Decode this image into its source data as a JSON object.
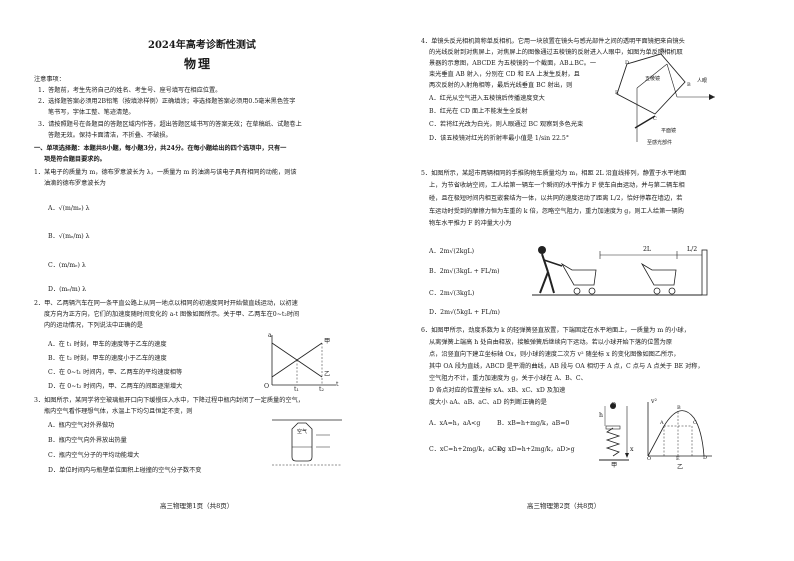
{
  "left": {
    "exam_title": "2024年高考诊断性测试",
    "subject": "物理",
    "notes_heading": "注意事项：",
    "notes": [
      "1．答题前，考生先将自己的姓名、考生号、座号填写在相应位置。",
      "2．选择题答案必须用2B铅笔（按填涂样例）正确填涂；非选择题答案必须用0.5毫米黑色签字",
      "笔书写，字体工整、笔迹清楚。",
      "3．请按照题号在各题目的答题区域内作答，超出答题区域书写的答案无效；在草稿纸、试题卷上",
      "答题无效。保持卡面清洁，不折叠、不破损。"
    ],
    "section1": [
      "一、单项选择题：本题共8小题，每小题3分，共24分。在每小题给出的四个选项中，只有一",
      "项是符合题目要求的。"
    ],
    "q1": {
      "stem": [
        "1．某电子的质量为 m，德布罗意波长为 λ，一质量为 m 的油滴与该电子具有相同的动能，则该",
        "油滴的德布罗意波长为"
      ],
      "options": [
        "A．√(m/mₑ) λ",
        "B．√(mₑ/m) λ",
        "C．(m/mₑ) λ",
        "D．(mₑ/m) λ"
      ]
    },
    "q2": {
      "stem": [
        "2．甲、乙两辆汽车在同一条平直公路上从同一地点以相同的初速度同时开始做直线运动，以初速",
        "度方向为正方向，它们的加速度随时间变化的 a-t 图像如图所示。关于甲、乙两车在0~t₂时间",
        "内的运动情况，下列说法中正确的是"
      ],
      "options": [
        "A．在 t₁ 时刻，甲车的速度等于乙车的速度",
        "B．在 t₂ 时刻，甲车的速度小于乙车的速度",
        "C．在 0~t₁ 时间内，甲、乙两车的平均速度相等",
        "D．在 0~t₂ 时间内，甲、乙两车的间距逐渐增大"
      ],
      "graph_labels": {
        "a": "a",
        "t": "t",
        "origin": "O",
        "t1": "t₁",
        "t2": "t₂",
        "jia": "甲",
        "yi": "乙"
      }
    },
    "q3": {
      "stem": [
        "3．如图所示，某同学将空玻璃瓶开口向下缓慢压入水中，下降过程中瓶内封闭了一定质量的空气，",
        "瓶内空气看作理想气体，水温上下均匀且恒定不变，则"
      ],
      "options": [
        "A．瓶内空气对外界做功",
        "B．瓶内空气向外界放出热量",
        "C．瓶内空气分子的平均动能增大",
        "D．单位时间内与瓶壁单位面积上碰撞的空气分子数不变"
      ],
      "fig_label": "空气"
    },
    "footer": "高三物理第1页（共8页）"
  },
  "right": {
    "q4": {
      "stem": [
        "4．单镜头反光相机简称单反相机，它用一块放置在镜头与感光部件之间的透明平面镜把来自镜头",
        "的光线反射到对焦屏上，对焦屏上的图像通过五棱镜的反射进入人眼中，如图为单反照相机取",
        "景器的示意图，ABCDE 为五棱镜的一个截面，AB⊥BC。一",
        "束光垂直 AB 射入，分别在 CD 和 EA 上发生反射，且",
        "两次反射的入射角相等，最后光线垂直 BC 射出，则"
      ],
      "options": [
        "A．红光从空气进入五棱镜后传播速度变大",
        "B．红光在 CD 面上不能发生全反射",
        "C．若将红光改为白光，则人眼通过 BC 观察到多色光束",
        "D．该五棱镜对红光的折射率最小值是 1/sin 22.5°"
      ],
      "fig_labels": {
        "prism": "五棱镜",
        "eye": "人眼",
        "mirror": "平面镜",
        "sensor": "至感光部件",
        "A": "A",
        "B": "B",
        "C": "C",
        "D": "D",
        "E": "E"
      }
    },
    "q5": {
      "stem": [
        "5．如图所示，某超市两辆相同的手推购物车质量均为 m，相距 2L 沿直线排列，静置于水平地面",
        "上，为节省收纳空间，工人给第一辆车一个瞬间的水平推力 F 使车自由运动，并与第二辆车相",
        "碰，且在极短时间内相互嵌套结为一体，以共同的速度运动了距离 L/2，恰好停靠在墙边，若",
        "车运动时受到的摩擦力恒为车重的 k 倍，忽略空气阻力，重力加速度为 g，则工人给第一辆购",
        "物车水平推力 F 的冲量大小为"
      ],
      "options": [
        "A．2m√(2kgL)",
        "B．2m√(3kgL + FL/m)",
        "C．2m√(3kgL)",
        "D．2m√(5kgL + FL/m)"
      ],
      "fig_labels": {
        "twoL": "2L",
        "halfL": "L/2"
      }
    },
    "q6": {
      "stem": [
        "6．如图甲所示，劲度系数为 k 的轻弹簧竖直放置，下端固定在水平地面上，一质量为 m 的小球，",
        "从离弹簧上端高 h 处自由释放，接触弹簧后继续向下运动。若以小球开始下落的位置为原",
        "点，沿竖直向下建立坐标轴 Ox，则小球的速度二次方 v² 随坐标 x 的变化图像如图乙所示，",
        "其中 OA 段为直线，ABCD 是平滑的曲线，AB 段与 OA 相切于 A 点，C 点与 A 点关于 BE 对称，",
        "空气阻力不计，重力加速度为 g，关于小球在 A、B、C、",
        "D 各点对应的位置坐标 xA、xB、xC、xD 及加速",
        "度大小 aA、aB、aC、aD 的判断正确的是"
      ],
      "options": [
        "A．xA=h，aA<g",
        "B．xB=h+mg/k，aB=0",
        "C．xC=h+2mg/k，aC<g",
        "D．xD=h+2mg/k，aD>g"
      ],
      "fig_labels": {
        "h": "h",
        "x": "x",
        "O": "O",
        "jia": "甲",
        "yi": "乙",
        "v2": "v²",
        "A": "A",
        "B": "B",
        "C": "C",
        "D": "D",
        "E": "E"
      }
    },
    "footer": "高三物理第2页（共8页）"
  }
}
